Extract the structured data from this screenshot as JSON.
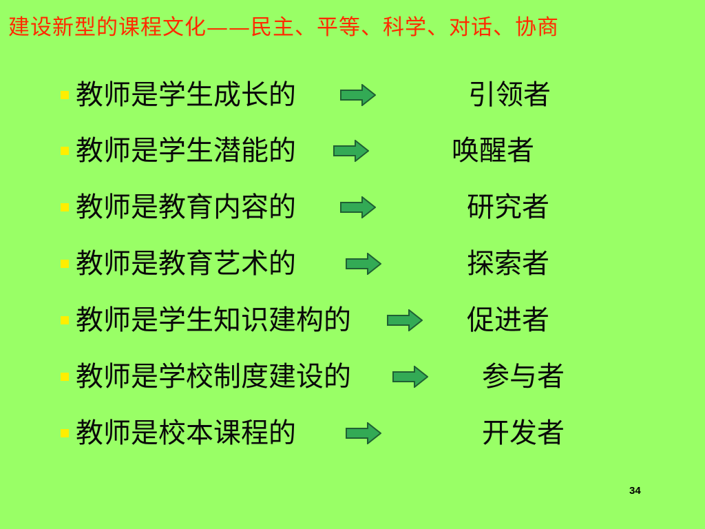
{
  "slide": {
    "title": "建设新型的课程文化——民主、平等、科学、对话、协商",
    "page_number": "34",
    "colors": {
      "background": "#99ff66",
      "title": "#ff2a00",
      "bullet": "#ffee00",
      "arrow_fill": "#33aa55",
      "arrow_stroke": "#1f5f33"
    },
    "bullet_icon": "yellow-square-icon",
    "arrow_icon": "right-arrow-icon",
    "items": [
      {
        "label": "教师是学生成长的",
        "role": "引领者"
      },
      {
        "label": "教师是学生潜能的",
        "role": "唤醒者"
      },
      {
        "label": "教师是教育内容的",
        "role": "研究者"
      },
      {
        "label": "教师是教育艺术的",
        "role": "探索者"
      },
      {
        "label": "教师是学生知识建构的",
        "role": "促进者"
      },
      {
        "label": "教师是学校制度建设的",
        "role": "参与者"
      },
      {
        "label": "教师是校本课程的",
        "role": "开发者"
      }
    ]
  }
}
